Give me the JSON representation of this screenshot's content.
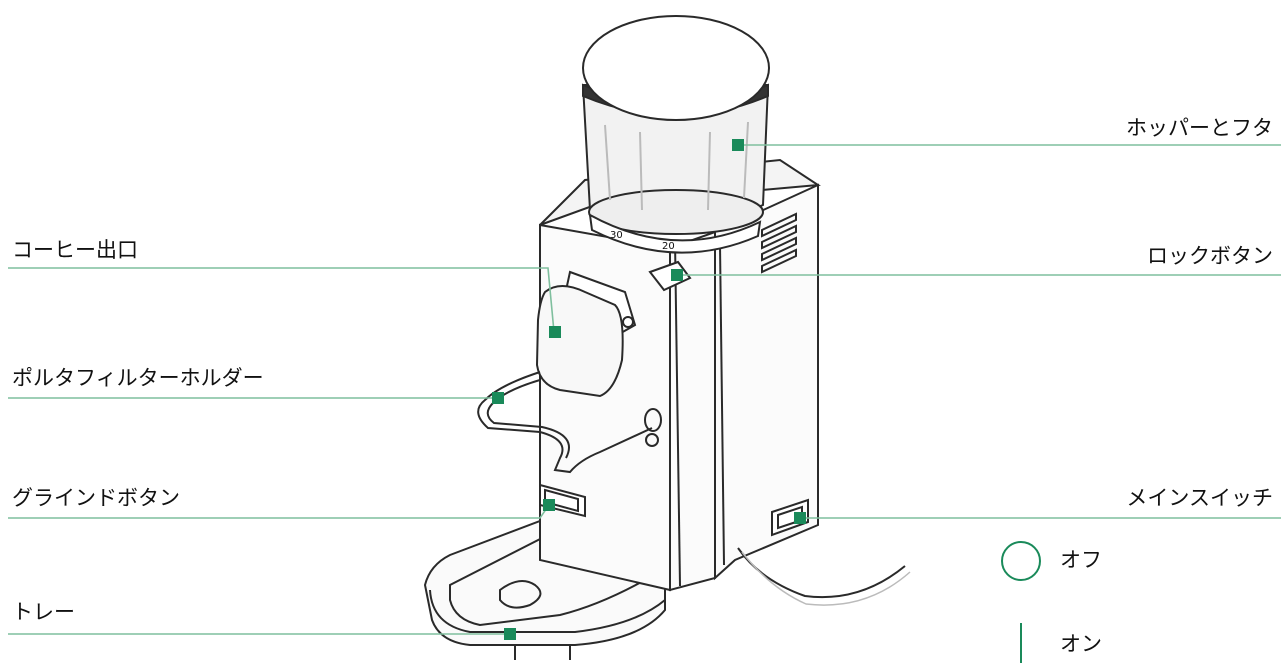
{
  "labels": {
    "coffee_outlet": "コーヒー出口",
    "portafilter_holder": "ポルタフィルターホルダー",
    "grind_button": "グラインドボタン",
    "tray": "トレー",
    "hopper_and_lid": "ホッパーとフタ",
    "lock_button": "ロックボタン",
    "main_switch": "メインスイッチ"
  },
  "dial": {
    "mark_30": "30",
    "mark_20": "20"
  },
  "legend": {
    "off": "オフ",
    "on": "オン"
  },
  "colors": {
    "accent": "#1a8a5a",
    "line": "#7fbf9e",
    "outline": "#2a2a2a"
  }
}
